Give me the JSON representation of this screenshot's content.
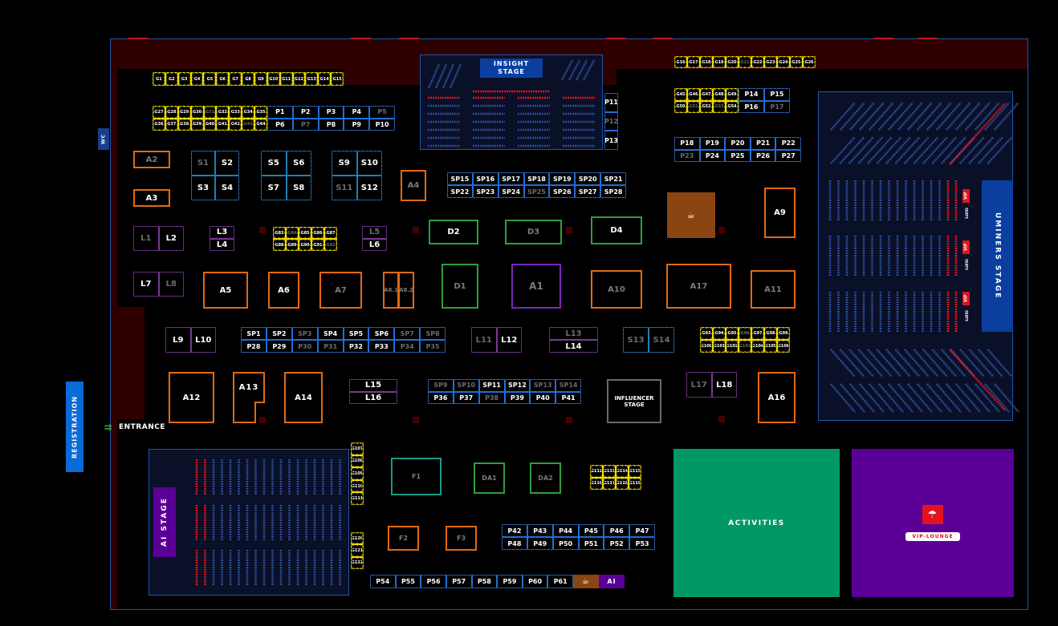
{
  "map": {
    "wc": "WC",
    "registration": "REGISTRATION",
    "entrance": "ENTRANCE",
    "insight_stage": "INSIGHT STAGE",
    "uminers_stage": "UMINERS STAGE",
    "ai_stage": "AI STAGE",
    "influencer_stage": "INFLUENCER STAGE",
    "activities": "ACTIVITIES",
    "vip_lounge": "VIP-LOUNGE",
    "vip": "VIP",
    "seats": "SEATS",
    "ai_booth": "AI"
  },
  "icons": {
    "cafe": "coffee-cup-icon",
    "vip_lounge": "armchair-icon",
    "entrance": "arrows-right-icon"
  },
  "colors": {
    "hall_border": "#1f56a8",
    "corridor": "#2e0000",
    "premium_booth": "#1f6fd6",
    "g_booth": "#f0dc00",
    "anchor_booth": "#e06a12",
    "d_booth": "#2f9e3c",
    "lounge_booth": "#7a3a92",
    "activities": "#009966",
    "vip_lounge": "#5b0096",
    "ai_stage": "#5b0096",
    "stage": "#0a3fa0",
    "cafe": "#8b4513",
    "seat": "#2c4d9a",
    "vip_seat": "#e0141e",
    "unavailable_text": "#6b6b6b"
  },
  "booth_groups": {
    "g1": {
      "items": [
        "G1",
        "G2",
        "G3",
        "G4",
        "G5",
        "G6",
        "G7",
        "G8",
        "G9",
        "G10",
        "G11",
        "G12",
        "G13",
        "G14",
        "G15"
      ],
      "unavailable": []
    },
    "g27": {
      "items": [
        "G27",
        "G28",
        "G29",
        "G30",
        "G31",
        "G32",
        "G33",
        "G34",
        "G35",
        "G36",
        "G37",
        "G38",
        "G39",
        "G40",
        "G41",
        "G42",
        "G43",
        "G44"
      ],
      "unavailable": [
        "G31",
        "G43"
      ]
    },
    "p1": {
      "items": [
        "P1",
        "P2",
        "P3",
        "P4",
        "P5",
        "P6",
        "P7",
        "P8",
        "P9",
        "P10"
      ],
      "unavailable": [
        "P5",
        "P7"
      ]
    },
    "p11": {
      "items": [
        "P11",
        "P12",
        "P13"
      ],
      "unavailable": [
        "P12"
      ]
    },
    "g16": {
      "items": [
        "G16",
        "G17",
        "G18",
        "G19",
        "G20",
        "G21",
        "G22",
        "G23",
        "G24",
        "G25",
        "G26"
      ],
      "unavailable": [
        "G21"
      ]
    },
    "g45": {
      "items": [
        "G45",
        "G46",
        "G47",
        "G48",
        "G49",
        "G50",
        "G51",
        "G52",
        "G53",
        "G54"
      ],
      "unavailable": [
        "G51",
        "G53"
      ]
    },
    "p14": {
      "items": [
        "P14",
        "P15",
        "P16",
        "P17"
      ],
      "unavailable": [
        "P17"
      ]
    },
    "p18": {
      "items": [
        "P18",
        "P19",
        "P20",
        "P21",
        "P22",
        "P23",
        "P24",
        "P25",
        "P26",
        "P27"
      ],
      "unavailable": [
        "P23"
      ]
    },
    "sp15": {
      "items": [
        "SP15",
        "SP16",
        "SP17",
        "SP18",
        "SP19",
        "SP20",
        "SP21",
        "SP22",
        "SP23",
        "SP24",
        "SP25",
        "SP26",
        "SP27",
        "SP28"
      ],
      "unavailable": [
        "SP25"
      ]
    },
    "s1": {
      "items": [
        "S1",
        "S2",
        "S3",
        "S4"
      ],
      "unavailable": [
        "S1"
      ]
    },
    "s5": {
      "items": [
        "S5",
        "S6",
        "S7",
        "S8"
      ],
      "unavailable": []
    },
    "s9": {
      "items": [
        "S9",
        "S10",
        "S11",
        "S12"
      ],
      "unavailable": [
        "S11"
      ]
    },
    "l1": {
      "items": [
        "L1",
        "L2"
      ],
      "unavailable": [
        "L1"
      ]
    },
    "l3": {
      "items": [
        "L3",
        "L4"
      ],
      "unavailable": []
    },
    "g83": {
      "items": [
        "G83",
        "G84",
        "G85",
        "G86",
        "G87",
        "G88",
        "G89",
        "G90",
        "G91",
        "G92"
      ],
      "unavailable": [
        "G84",
        "G92"
      ]
    },
    "l5": {
      "items": [
        "L5",
        "L6"
      ],
      "unavailable": [
        "L5"
      ]
    },
    "l7": {
      "items": [
        "L7",
        "L8"
      ],
      "unavailable": [
        "L8"
      ]
    },
    "l9": {
      "items": [
        "L9",
        "L10"
      ],
      "unavailable": []
    },
    "sp1": {
      "items": [
        "SP1",
        "SP2",
        "SP3",
        "SP4",
        "SP5",
        "SP6",
        "SP7",
        "SP8",
        "P28",
        "P29",
        "P30",
        "P31",
        "P32",
        "P33",
        "P34",
        "P35"
      ],
      "unavailable": [
        "SP3",
        "SP7",
        "SP8",
        "P30",
        "P31",
        "P34",
        "P35"
      ]
    },
    "l11": {
      "items": [
        "L11",
        "L12"
      ],
      "unavailable": [
        "L11"
      ]
    },
    "l13": {
      "items": [
        "L13",
        "L14"
      ],
      "unavailable": [
        "L13"
      ]
    },
    "s13": {
      "items": [
        "S13",
        "S14"
      ],
      "unavailable": [
        "S13",
        "S14"
      ]
    },
    "g93": {
      "items": [
        "G93",
        "G94",
        "G95",
        "G96",
        "G97",
        "G98",
        "G99",
        "G100",
        "G101",
        "G102",
        "G103",
        "G104",
        "G105",
        "G106"
      ],
      "unavailable": [
        "G96",
        "G103"
      ]
    },
    "l15": {
      "items": [
        "L15",
        "L16"
      ],
      "unavailable": []
    },
    "sp9": {
      "items": [
        "SP9",
        "SP10",
        "SP11",
        "SP12",
        "SP13",
        "SP14",
        "P36",
        "P37",
        "P38",
        "P39",
        "P40",
        "P41"
      ],
      "unavailable": [
        "SP9",
        "SP10",
        "SP13",
        "SP14",
        "P38"
      ]
    },
    "l17": {
      "items": [
        "L17",
        "L18"
      ],
      "unavailable": [
        "L17"
      ]
    },
    "g107": {
      "items": [
        "G107",
        "G108",
        "G109",
        "G110",
        "G111"
      ],
      "unavailable": []
    },
    "g120": {
      "items": [
        "G120",
        "G121",
        "G122"
      ],
      "unavailable": []
    },
    "g112": {
      "items": [
        "G112",
        "G113",
        "G114",
        "G115",
        "G116",
        "G117",
        "G118",
        "G119"
      ],
      "unavailable": []
    },
    "p42": {
      "items": [
        "P42",
        "P43",
        "P44",
        "P45",
        "P46",
        "P47",
        "P48",
        "P49",
        "P50",
        "P51",
        "P52",
        "P53"
      ],
      "unavailable": []
    },
    "p54": {
      "items": [
        "P54",
        "P55",
        "P56",
        "P57",
        "P58",
        "P59",
        "P60",
        "P61"
      ],
      "unavailable": []
    }
  },
  "booths": {
    "A1": "A1",
    "A2": "A2",
    "A3": "A3",
    "A4": "A4",
    "A5": "A5",
    "A6": "A6",
    "A7": "A7",
    "A8_1": "A8.1",
    "A8_2": "A8.2",
    "A9": "A9",
    "A10": "A10",
    "A11": "A11",
    "A12": "A12",
    "A13": "A13",
    "A14": "A14",
    "A16": "A16",
    "A17": "A17",
    "D1": "D1",
    "D2": "D2",
    "D3": "D3",
    "D4": "D4",
    "DA1": "DA1",
    "DA2": "DA2",
    "F1": "F1",
    "F2": "F2",
    "F3": "F3"
  },
  "unavailable_booths": [
    "A1",
    "A2",
    "A4",
    "A7",
    "A8.1",
    "A8.2",
    "A10",
    "A11",
    "A17",
    "D1",
    "D3",
    "DA1",
    "DA2",
    "F1",
    "F2",
    "F3"
  ]
}
